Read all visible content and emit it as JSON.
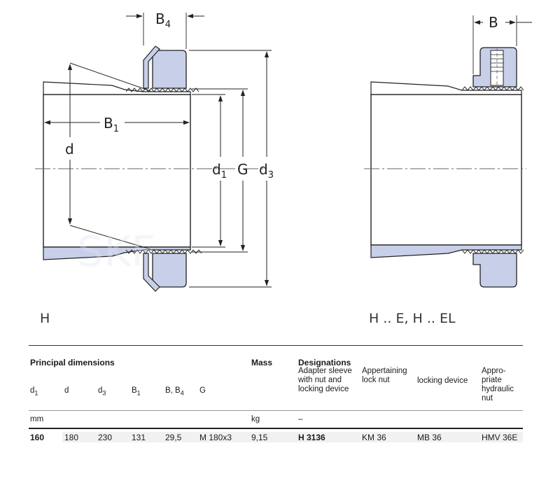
{
  "drawing": {
    "labels": {
      "b4": "B",
      "b4_sub": "4",
      "b1": "B",
      "b1_sub": "1",
      "d": "d",
      "d1": "d",
      "d1_sub": "1",
      "g": "G",
      "d3": "d",
      "d3_sub": "3",
      "b": "B"
    },
    "captions": {
      "left": "H",
      "right": "H .. E, H .. EL"
    },
    "colors": {
      "fill": "#c8cfe8",
      "line": "#222222",
      "centerline": "#666666"
    }
  },
  "table": {
    "section_title": "Principal dimensions",
    "mass_header": "Mass",
    "designations_header": "Designations",
    "designation_columns": [
      [
        "Adapter sleeve",
        "with nut and",
        "locking device"
      ],
      [
        "Appertaining",
        "lock nut"
      ],
      [
        "locking device"
      ],
      [
        "Appro-",
        "priate",
        "hydraulic",
        "nut"
      ]
    ],
    "dimension_columns": [
      "d",
      "d",
      "d",
      "B",
      "B, B",
      "G"
    ],
    "dimension_subs": [
      "1",
      "",
      "3",
      "1",
      "4",
      ""
    ],
    "units": {
      "dims": "mm",
      "mass": "kg",
      "designations": "–"
    },
    "rows": [
      [
        "160",
        "180",
        "230",
        "131",
        "29,5",
        "M 180x3",
        "9,15",
        "H 3136",
        "KM 36",
        "MB 36",
        "HMV 36E"
      ]
    ]
  }
}
